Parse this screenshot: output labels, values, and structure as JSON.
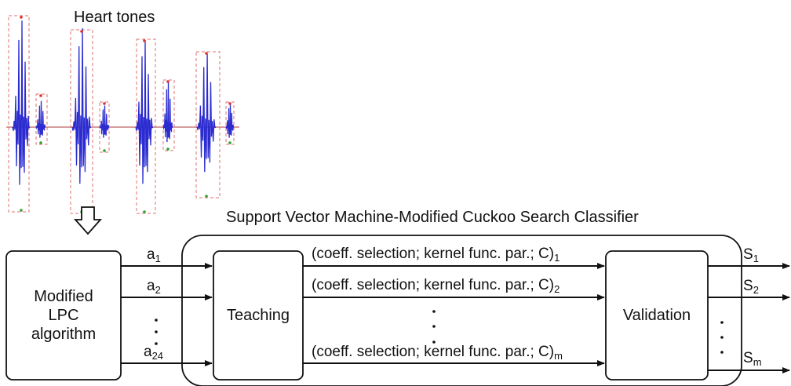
{
  "title": "Heart tones",
  "classifier_title": "Support Vector Machine-Modified Cuckoo Search Classifier",
  "boxes": {
    "lpc": [
      "Modified",
      "LPC",
      "algorithm"
    ],
    "teaching": "Teaching",
    "validation": "Validation"
  },
  "inputs": [
    {
      "base": "a",
      "sub": "1"
    },
    {
      "base": "a",
      "sub": "2"
    },
    {
      "base": "a",
      "sub": "24"
    }
  ],
  "params": [
    {
      "text": "(coeff. selection; kernel func. par.; C)",
      "sub": "1"
    },
    {
      "text": "(coeff. selection; kernel func. par.; C)",
      "sub": "2"
    },
    {
      "text": "(coeff. selection; kernel func. par.; C)",
      "sub": "m"
    }
  ],
  "outputs": [
    {
      "base": "S",
      "sub": "1"
    },
    {
      "base": "S",
      "sub": "2"
    },
    {
      "base": "S",
      "sub": "m"
    }
  ],
  "colors": {
    "waveform": "#2b2bd0",
    "segment_box": "#e07070",
    "peak_marker": "#e03030",
    "baseline_marker": "#30a030",
    "stroke": "#111111"
  }
}
